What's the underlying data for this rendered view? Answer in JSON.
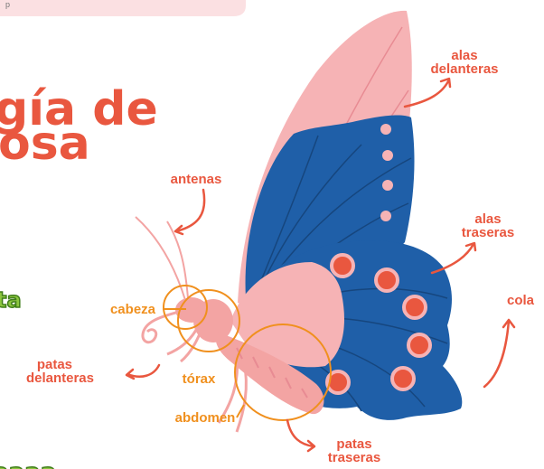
{
  "title": {
    "line1": "gía de",
    "line2": "osa"
  },
  "top_banner_text": "p",
  "side_text": {
    "top": "ta",
    "bottom": "aaaa"
  },
  "labels": {
    "alas_delanteras": [
      "alas",
      "delanteras"
    ],
    "antenas": "antenas",
    "alas_traseras": [
      "alas",
      "traseras"
    ],
    "cabeza": "cabeza",
    "cola": "cola",
    "patas_delanteras": [
      "patas",
      "delanteras"
    ],
    "torax": "tórax",
    "abdomen": "abdomen",
    "patas_traseras": [
      "patas",
      "traseras"
    ]
  },
  "colors": {
    "label_red": "#e9573f",
    "label_orange": "#f0901e",
    "wing_pink": "#f6b3b5",
    "wing_blue": "#1f5fa8",
    "spot_red": "#e9573f",
    "body_pink": "#f3a4a3",
    "banner_pink": "#fbe0e2",
    "side_green": "#8cc63f"
  }
}
